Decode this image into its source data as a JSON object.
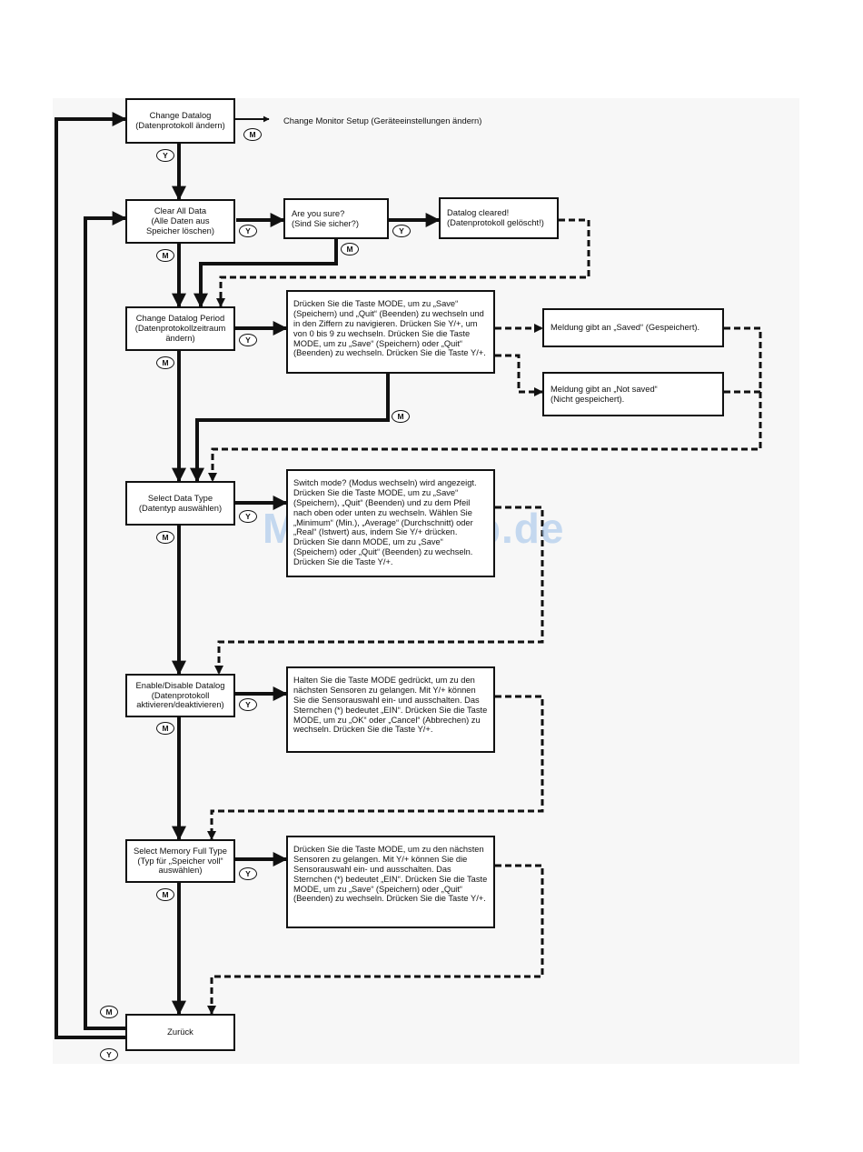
{
  "watermark": "ManualsLib.de",
  "external_label": "Change Monitor Setup (Geräteeinstellungen ändern)",
  "badges": {
    "m": "M",
    "y": "Y"
  },
  "boxes": {
    "change_datalog": "Change Datalog\n(Datenprotokoll ändern)",
    "clear_all_data": "Clear All Data\n(Alle Daten aus\nSpeicher löschen)",
    "are_you_sure": "Are you sure?\n(Sind Sie sicher?)",
    "datalog_cleared": "Datalog cleared!\n(Datenprotokoll gelöscht!)",
    "change_period": "Change Datalog Period\n(Datenprotokollzeitraum\nändern)",
    "period_desc": "Drücken Sie die Taste MODE, um zu „Save“ (Speichern) und „Quit“ (Beenden) zu wechseln und in den Ziffern zu navigieren. Drücken Sie Y/+, um von 0 bis 9 zu wechseln. Drücken Sie die Taste MODE, um zu „Save“ (Speichern) oder „Quit“ (Beenden) zu wechseln. Drücken Sie die Taste Y/+.",
    "saved_msg": "Meldung gibt an „Saved“ (Gespeichert).",
    "not_saved_msg": "Meldung gibt an „Not saved“\n(Nicht gespeichert).",
    "select_data_type": "Select Data Type\n(Datentyp auswählen)",
    "data_type_desc": "Switch mode? (Modus wechseln) wird angezeigt. Drücken Sie die Taste MODE, um zu „Save“ (Speichern), „Quit“ (Beenden) und zu dem Pfeil nach oben oder unten zu wechseln. Wählen Sie „Minimum“ (Min.), „Average“ (Durchschnitt) oder „Real“ (Istwert) aus, indem Sie Y/+ drücken. Drücken Sie dann MODE, um zu „Save“ (Speichern) oder „Quit“ (Beenden) zu wechseln. Drücken Sie die Taste Y/+.",
    "enable_disable": "Enable/Disable Datalog\n(Datenprotokoll\naktivieren/deaktivieren)",
    "enable_desc": "Halten Sie die Taste MODE gedrückt, um zu den nächsten Sensoren zu gelangen. Mit Y/+ können Sie die Sensorauswahl ein- und ausschalten. Das Sternchen (*) bedeutet „EIN“. Drücken Sie die Taste MODE, um zu „OK“ oder „Cancel“ (Abbrechen) zu wechseln. Drücken Sie die Taste Y/+.",
    "memory_full": "Select Memory Full Type\n(Typ für „Speicher voll“\nauswählen)",
    "memory_desc": "Drücken Sie die Taste MODE, um zu den nächsten Sensoren zu gelangen. Mit Y/+ können Sie die Sensorauswahl ein- und ausschalten. Das Sternchen (*) bedeutet „EIN“. Drücken Sie die Taste MODE, um zu „Save“ (Speichern) oder „Quit“ (Beenden) zu wechseln. Drücken Sie die Taste Y/+.",
    "zurueck": "Zurück"
  }
}
